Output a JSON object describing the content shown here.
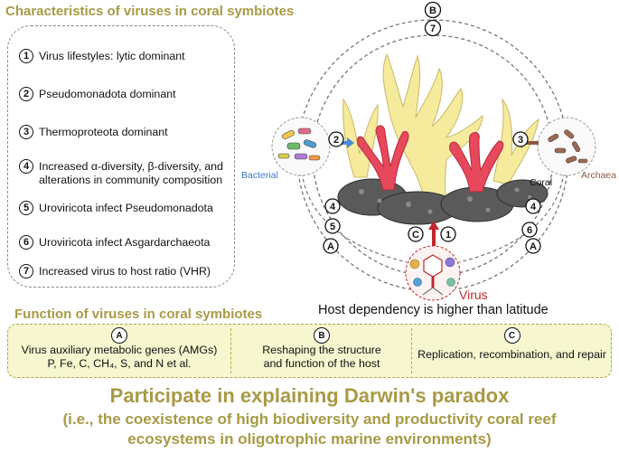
{
  "characteristics": {
    "title": "Characteristics  of viruses in coral symbiotes",
    "items": [
      {
        "num": "1",
        "text": "Virus lifestyles: lytic dominant"
      },
      {
        "num": "2",
        "text": "Pseudomonadota dominant"
      },
      {
        "num": "3",
        "text": "Thermoproteota dominant"
      },
      {
        "num": "4",
        "text": "Increased α-diversity, β-diversity, and alterations in community composition"
      },
      {
        "num": "5",
        "text": "Uroviricota infect Pseudomonadota"
      },
      {
        "num": "6",
        "text": "Uroviricota infect Asgardarchaeota"
      },
      {
        "num": "7",
        "text": "Increased virus to host ratio (VHR)"
      }
    ]
  },
  "diagram": {
    "bacterial_label": "Bacterial",
    "archaea_label": "Archaea",
    "coral_label": "Coral",
    "virus_label": "Virus",
    "host_dependency": "Host dependency is higher than latitude",
    "top_markers": [
      "B",
      "7"
    ],
    "left_markers": [
      "2",
      "4",
      "5",
      "A"
    ],
    "right_markers": [
      "3",
      "4",
      "6",
      "A"
    ],
    "center_markers": [
      "C",
      "1"
    ]
  },
  "functions": {
    "title": "Function of viruses in coral symbiotes",
    "columns": [
      {
        "letter": "A",
        "line1": "Virus auxiliary metabolic genes (AMGs)",
        "line2": "P, Fe, C, CH₄, S, and N et al."
      },
      {
        "letter": "B",
        "line1": "Reshaping the structure",
        "line2": "and function of the host"
      },
      {
        "letter": "C",
        "line1": "Replication, recombination, and repair",
        "line2": ""
      }
    ]
  },
  "conclusion": {
    "title": "Participate in explaining Darwin's paradox",
    "subtitle_line1": "(i.e., the coexistence of high biodiversity and productivity coral reef",
    "subtitle_line2": "ecosystems in oligotrophic marine environments)"
  },
  "colors": {
    "heading": "#a89a46",
    "coral_red": "#e8485c",
    "coral_yellow": "#f6eb9c",
    "virus_red": "#c0282c",
    "bacterial_blue": "#3c78c8",
    "archaea_brown": "#8a5a44",
    "panel_fill": "#f6f6cf"
  }
}
